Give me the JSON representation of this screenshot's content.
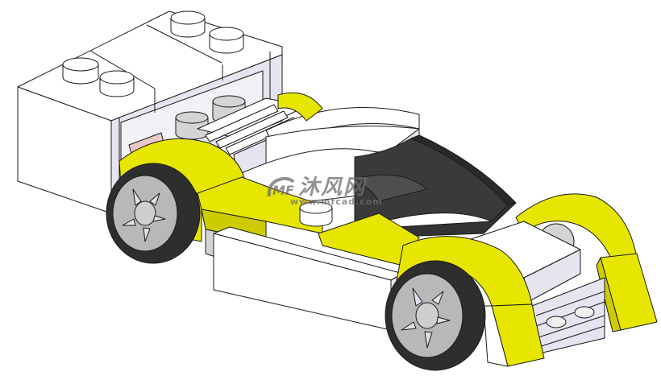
{
  "image": {
    "subject": "LEGO-style race car CAD model, isometric view",
    "colors": {
      "yellow": "#e6e600",
      "yellow_shade": "#cccc00",
      "white": "#ffffff",
      "white_shade": "#e6e4f0",
      "lavender_side": "#dcdae8",
      "dark_canopy": "#3a3a3a",
      "canopy_side": "#4e4e4e",
      "tire": "#2e2e2e",
      "rim": "#b8b8b8",
      "outline": "#1a1a1a",
      "pink_part": "#e8c8c8"
    }
  },
  "watermark": {
    "chinese_text": "沐风网",
    "url": "www.mfcad.com",
    "logo": "MF"
  }
}
